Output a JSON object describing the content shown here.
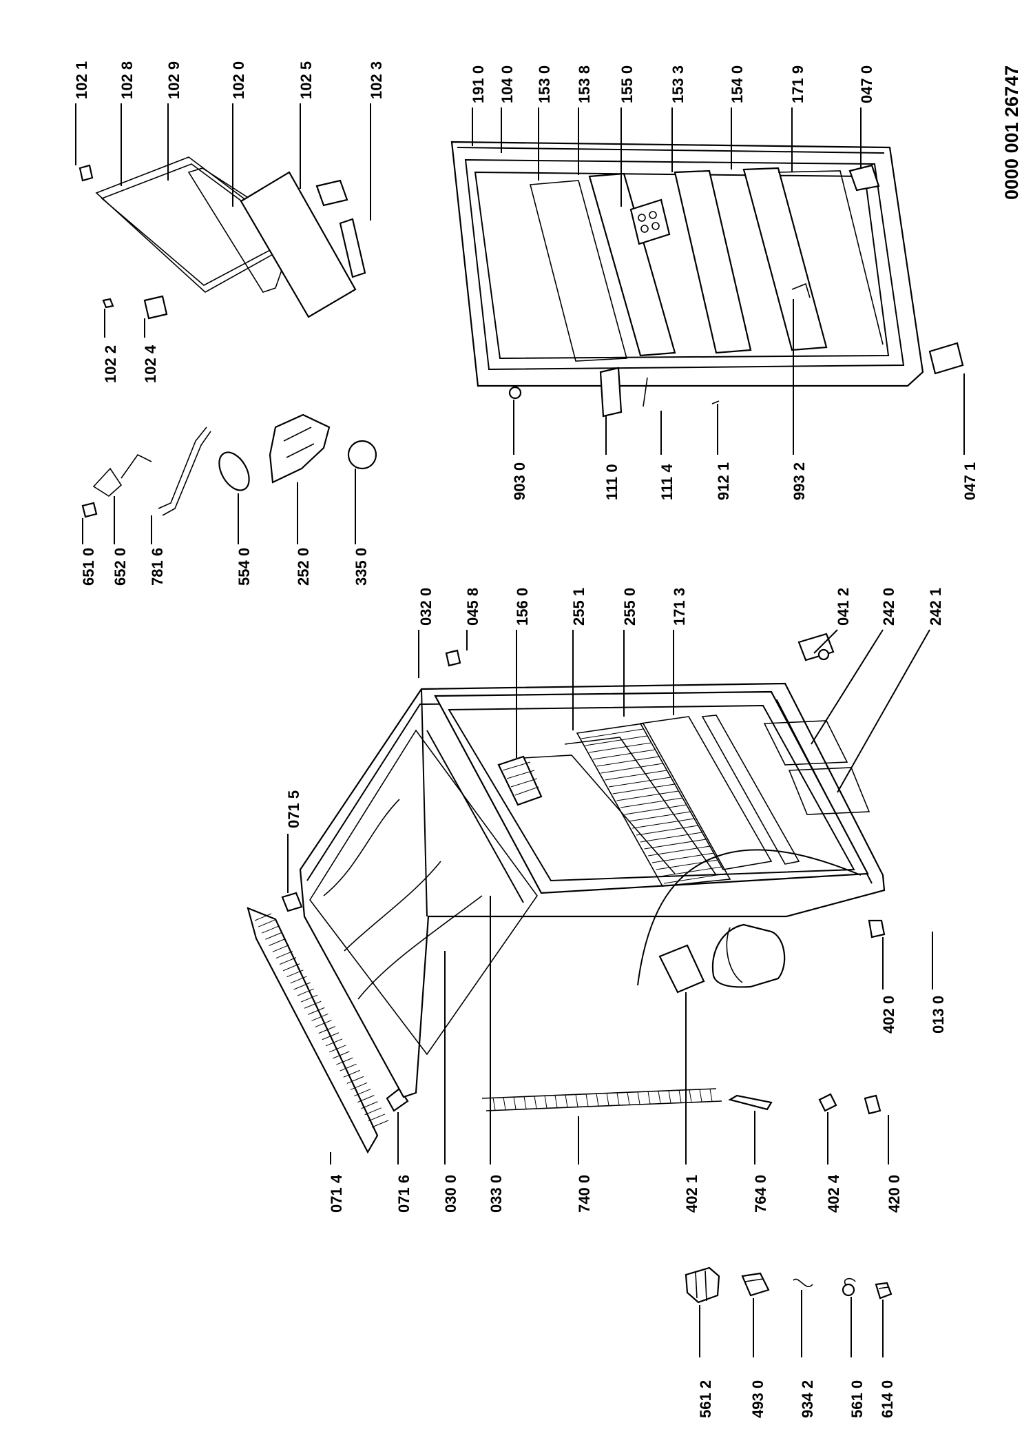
{
  "document_number": "0000 001 26747",
  "labels": {
    "left_group": [
      "561 2",
      "493 0",
      "934 2",
      "561 0",
      "614 0"
    ],
    "cabinet_left": [
      "071 4",
      "071 6",
      "030 0",
      "033 0",
      "740 0",
      "402 1",
      "764 0",
      "402 4",
      "420 0"
    ],
    "cabinet_top": [
      "071 5"
    ],
    "cabinet_bottom": [
      "402 0",
      "013 0"
    ],
    "cabinet_right": [
      "032 0",
      "045 8",
      "156 0",
      "255 1",
      "255 0",
      "171 3",
      "041 2",
      "242 0",
      "242 1"
    ],
    "electrical": [
      "651 0",
      "652 0",
      "781 6",
      "554 0",
      "252 0",
      "335 0"
    ],
    "freezer": [
      "102 2",
      "102 4",
      "102 1",
      "102 8",
      "102 9",
      "102 0",
      "102 5",
      "102 3"
    ],
    "door_left": [
      "903 0",
      "111 0",
      "111 4",
      "912 1",
      "993 2",
      "047 1"
    ],
    "door_right": [
      "191 0",
      "104 0",
      "153 0",
      "153 8",
      "155 0",
      "153 3",
      "154 0",
      "171 9",
      "047 0"
    ]
  }
}
